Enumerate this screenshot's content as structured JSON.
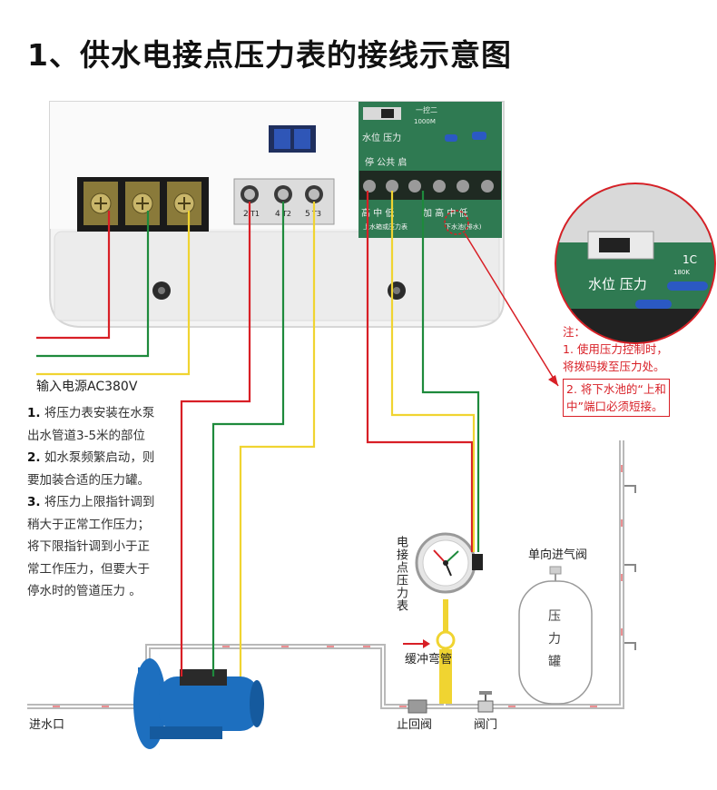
{
  "title": "1、供水电接点压力表的接线示意图",
  "power_label": "输入电源AC380V",
  "notes": [
    {
      "num": "1.",
      "text": " 将压力表安装在水泵"
    },
    {
      "num": "",
      "text": "出水管道3-5米的部位"
    },
    {
      "num": "2.",
      "text": " 如水泵频繁启动，则"
    },
    {
      "num": "",
      "text": "要加装合适的压力罐。"
    },
    {
      "num": "3.",
      "text": " 将压力上限指针调到"
    },
    {
      "num": "",
      "text": "稍大于正常工作压力；"
    },
    {
      "num": "",
      "text": "将下限指针调到小于正"
    },
    {
      "num": "",
      "text": "常工作压力，但要大于"
    },
    {
      "num": "",
      "text": "停水时的管道压力 。"
    }
  ],
  "callout": {
    "note_head": "注：",
    "note1_a": "1. 使用压力控制时，",
    "note1_b": "将拨码拨至压力处。",
    "note2_a": "2. 将下水池的“上和",
    "note2_b": "中”端口必须短接。",
    "zoom_label": "水位  压力",
    "zoom_num": "1C",
    "zoom_small": "180K"
  },
  "controller": {
    "board_top": "一控二",
    "board_res": "1000M",
    "row1": "水位 压力",
    "row2": "停 公共 启",
    "terms_a": "高  中   低",
    "terms_b": "加  高  中  低",
    "sub_a": "上水箱或压力表",
    "sub_b": "下水池(排水)",
    "pump_terms": [
      "2",
      "4",
      "5"
    ],
    "pump_marks": [
      "T1",
      "T2",
      "T3"
    ]
  },
  "gauge_label": "电接点压力表",
  "buffer_label": "缓冲弯管",
  "check_air_valve_label": "单向进气阀",
  "tank_label": [
    "压",
    "力",
    "罐"
  ],
  "inlet_label": "进水口",
  "check_valve_label": "止回阀",
  "valve_label": "阀门",
  "colors": {
    "red": "#d81f26",
    "green": "#1e8a3c",
    "yellow": "#f0d431",
    "pipe": "#b9b9b9",
    "pump": "#1d6fbf"
  }
}
